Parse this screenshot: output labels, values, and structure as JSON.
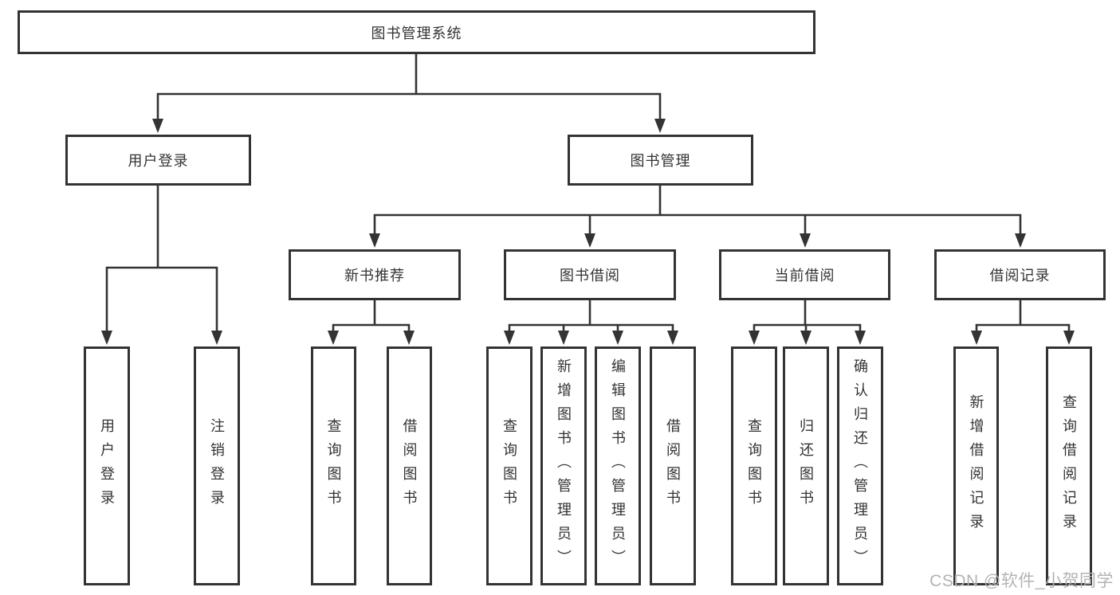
{
  "diagram_title": "图书管理系统",
  "tree": {
    "root": {
      "label": "图书管理系统",
      "children": [
        {
          "label": "用户登录",
          "children": [
            {
              "label": "用户登录"
            },
            {
              "label": "注销登录"
            }
          ]
        },
        {
          "label": "图书管理",
          "children": [
            {
              "label": "新书推荐",
              "children": [
                {
                  "label": "查询图书"
                },
                {
                  "label": "借阅图书"
                }
              ]
            },
            {
              "label": "图书借阅",
              "children": [
                {
                  "label": "查询图书"
                },
                {
                  "label": "新增图书（管理员）"
                },
                {
                  "label": "编辑图书（管理员）"
                },
                {
                  "label": "借阅图书"
                }
              ]
            },
            {
              "label": "当前借阅",
              "children": [
                {
                  "label": "查询图书"
                },
                {
                  "label": "归还图书"
                },
                {
                  "label": "确认归还（管理员）"
                }
              ]
            },
            {
              "label": "借阅记录",
              "children": [
                {
                  "label": "新增借阅记录"
                },
                {
                  "label": "查询借阅记录"
                }
              ]
            }
          ]
        }
      ]
    }
  },
  "watermark": {
    "text": "CSDN @软件_小贺同学"
  },
  "colors": {
    "line": "#333333",
    "text": "#333333",
    "box-bg": "#ffffff",
    "watermark": "#b3b3b3"
  }
}
